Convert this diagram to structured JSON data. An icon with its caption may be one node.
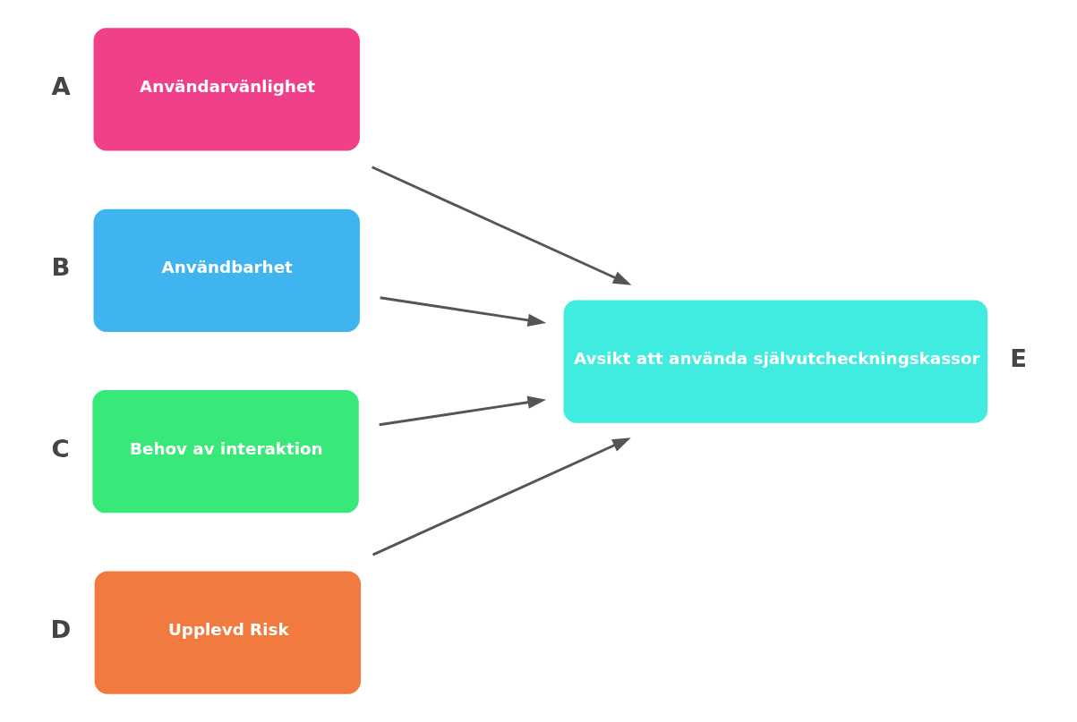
{
  "diagram": {
    "nodes": [
      {
        "text": [
          "Användarvänlighet"
        ],
        "beside": [
          "A"
        ]
      },
      {
        "text": [
          "Användbarhet"
        ],
        "beside": [
          "B"
        ]
      },
      {
        "text": [
          "Behov av interaktion"
        ],
        "beside": [
          "C"
        ]
      },
      {
        "text": [
          "Upplevd Risk"
        ],
        "beside": [
          "D"
        ]
      },
      {
        "text": [
          "Avsikt att använda självutcheckningskassor"
        ],
        "beside": [
          "E"
        ]
      }
    ],
    "edges": [
      {
        "from": 0,
        "to": 4,
        "arrow": "to"
      },
      {
        "from": 1,
        "to": 4,
        "arrow": "to"
      },
      {
        "from": 2,
        "to": 4,
        "arrow": "to"
      },
      {
        "from": 3,
        "to": 4,
        "arrow": "to"
      }
    ]
  }
}
